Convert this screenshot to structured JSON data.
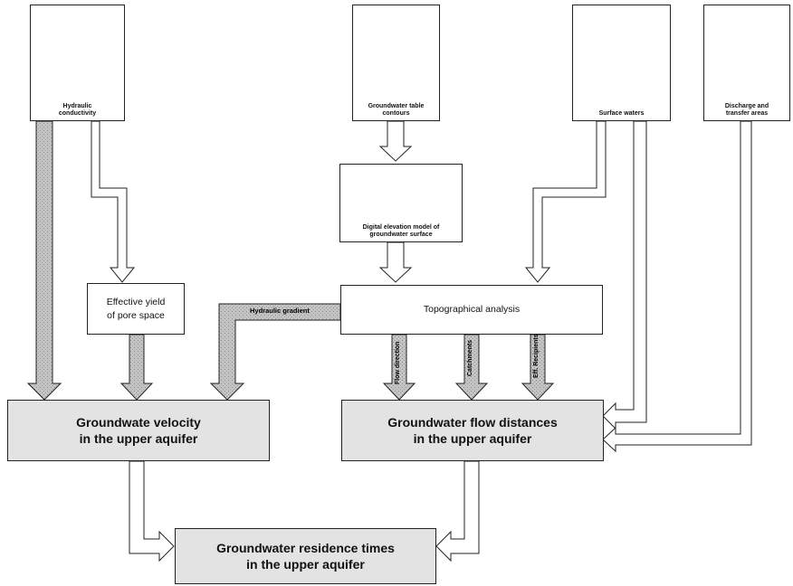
{
  "inputs": {
    "hydraulic_conductivity": "Hydraulic\nconductivity",
    "groundwater_table_contours": "Groundwater table\ncontours",
    "surface_waters": "Surface waters",
    "discharge_transfer": "Discharge and\ntransfer areas"
  },
  "dem_label": "Digital elevation model of\ngroundwater surface",
  "processes": {
    "effective_yield": "Effective yield\nof pore space",
    "topographical_analysis": "Topographical analysis",
    "velocity": "Groundwate velocity\nin the upper aquifer",
    "flow_distances": "Groundwater flow distances\nin the upper aquifer",
    "residence_times": "Groundwater residence times\nin the upper aquifer"
  },
  "arrow_labels": {
    "hydraulic_gradient": "Hydraulic gradient",
    "flow_direction": "Flow direction",
    "catchments": "Catchments",
    "eff_recipients": "Eff. Recipients"
  },
  "colors": {
    "grey_fill": "#bdbdbd",
    "box_fill": "#e3e3e3",
    "stroke": "#222222"
  }
}
